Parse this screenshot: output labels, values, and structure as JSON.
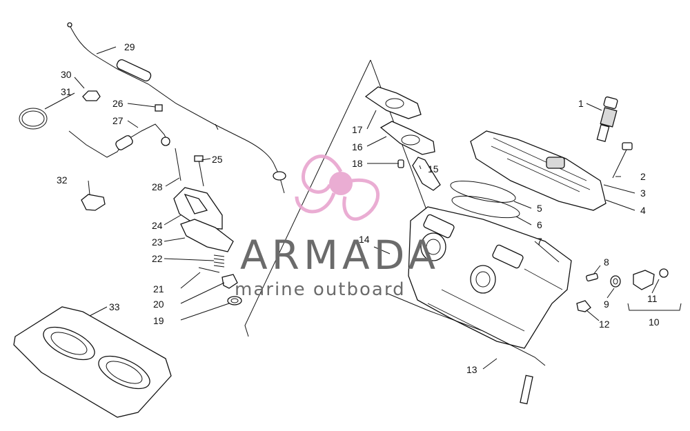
{
  "watermark": {
    "name": "ARMADA",
    "tagline": "marine outboard",
    "accent_color": "#e8a5cf",
    "text_color": "#6b6b6b"
  },
  "callouts": [
    "1",
    "2",
    "3",
    "4",
    "5",
    "6",
    "7",
    "8",
    "9",
    "10",
    "11",
    "12",
    "13",
    "14",
    "15",
    "16",
    "17",
    "18",
    "19",
    "20",
    "21",
    "22",
    "23",
    "24",
    "25",
    "26",
    "27",
    "28",
    "29",
    "30",
    "31",
    "32",
    "33"
  ]
}
